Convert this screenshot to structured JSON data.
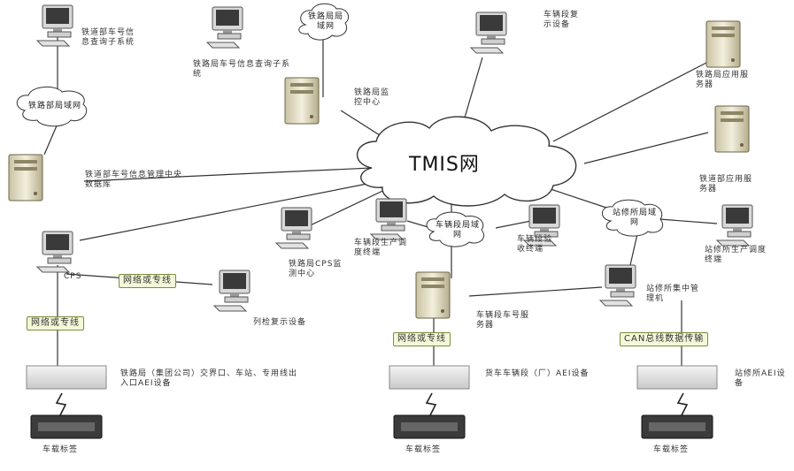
{
  "main_network": "TMIS网",
  "clouds": {
    "rail_bureau_lan": "铁路局局域网",
    "ministry_lan": "铁路部局域网",
    "depot_lan": "车辆段局域网",
    "station_lan": "站修所局域网"
  },
  "nodes": {
    "ministry_subsystem": "铁道部车号信息查询子系统",
    "bureau_subsystem": "铁路局车号信息查询子系统",
    "bureau_monitor": "铁路局监控中心",
    "depot_review": "车辆段复示设备",
    "bureau_app_server": "铁路局应用服务器",
    "ministry_db": "铁道部车号信息管理中央数据库",
    "ministry_app_server": "铁道部应用服务器",
    "bureau_cps_center": "铁路局CPS监测中心",
    "depot_dispatch": "车辆段生产调度终端",
    "depot_acceptance": "车辆段验收终端",
    "station_dispatch": "站修所生产调度终端",
    "cps": "CPS",
    "train_review": "列检复示设备",
    "depot_server": "车辆段车号服务器",
    "station_manager": "站修所集中管理机",
    "aei_bureau": "铁路局（集团公司）交界口、车站、专用线出入口AEI设备",
    "aei_depot": "货车车辆段（厂）AEI设备",
    "aei_station": "站修所AEI设备",
    "tag_1": "车载标签",
    "tag_2": "车载标签",
    "tag_3": "车载标签"
  },
  "links": {
    "network_or_line_1": "网络或专线",
    "network_or_line_2": "网络或专线",
    "network_or_line_3": "网络或专线",
    "can_bus": "CAN总线数据传输"
  }
}
